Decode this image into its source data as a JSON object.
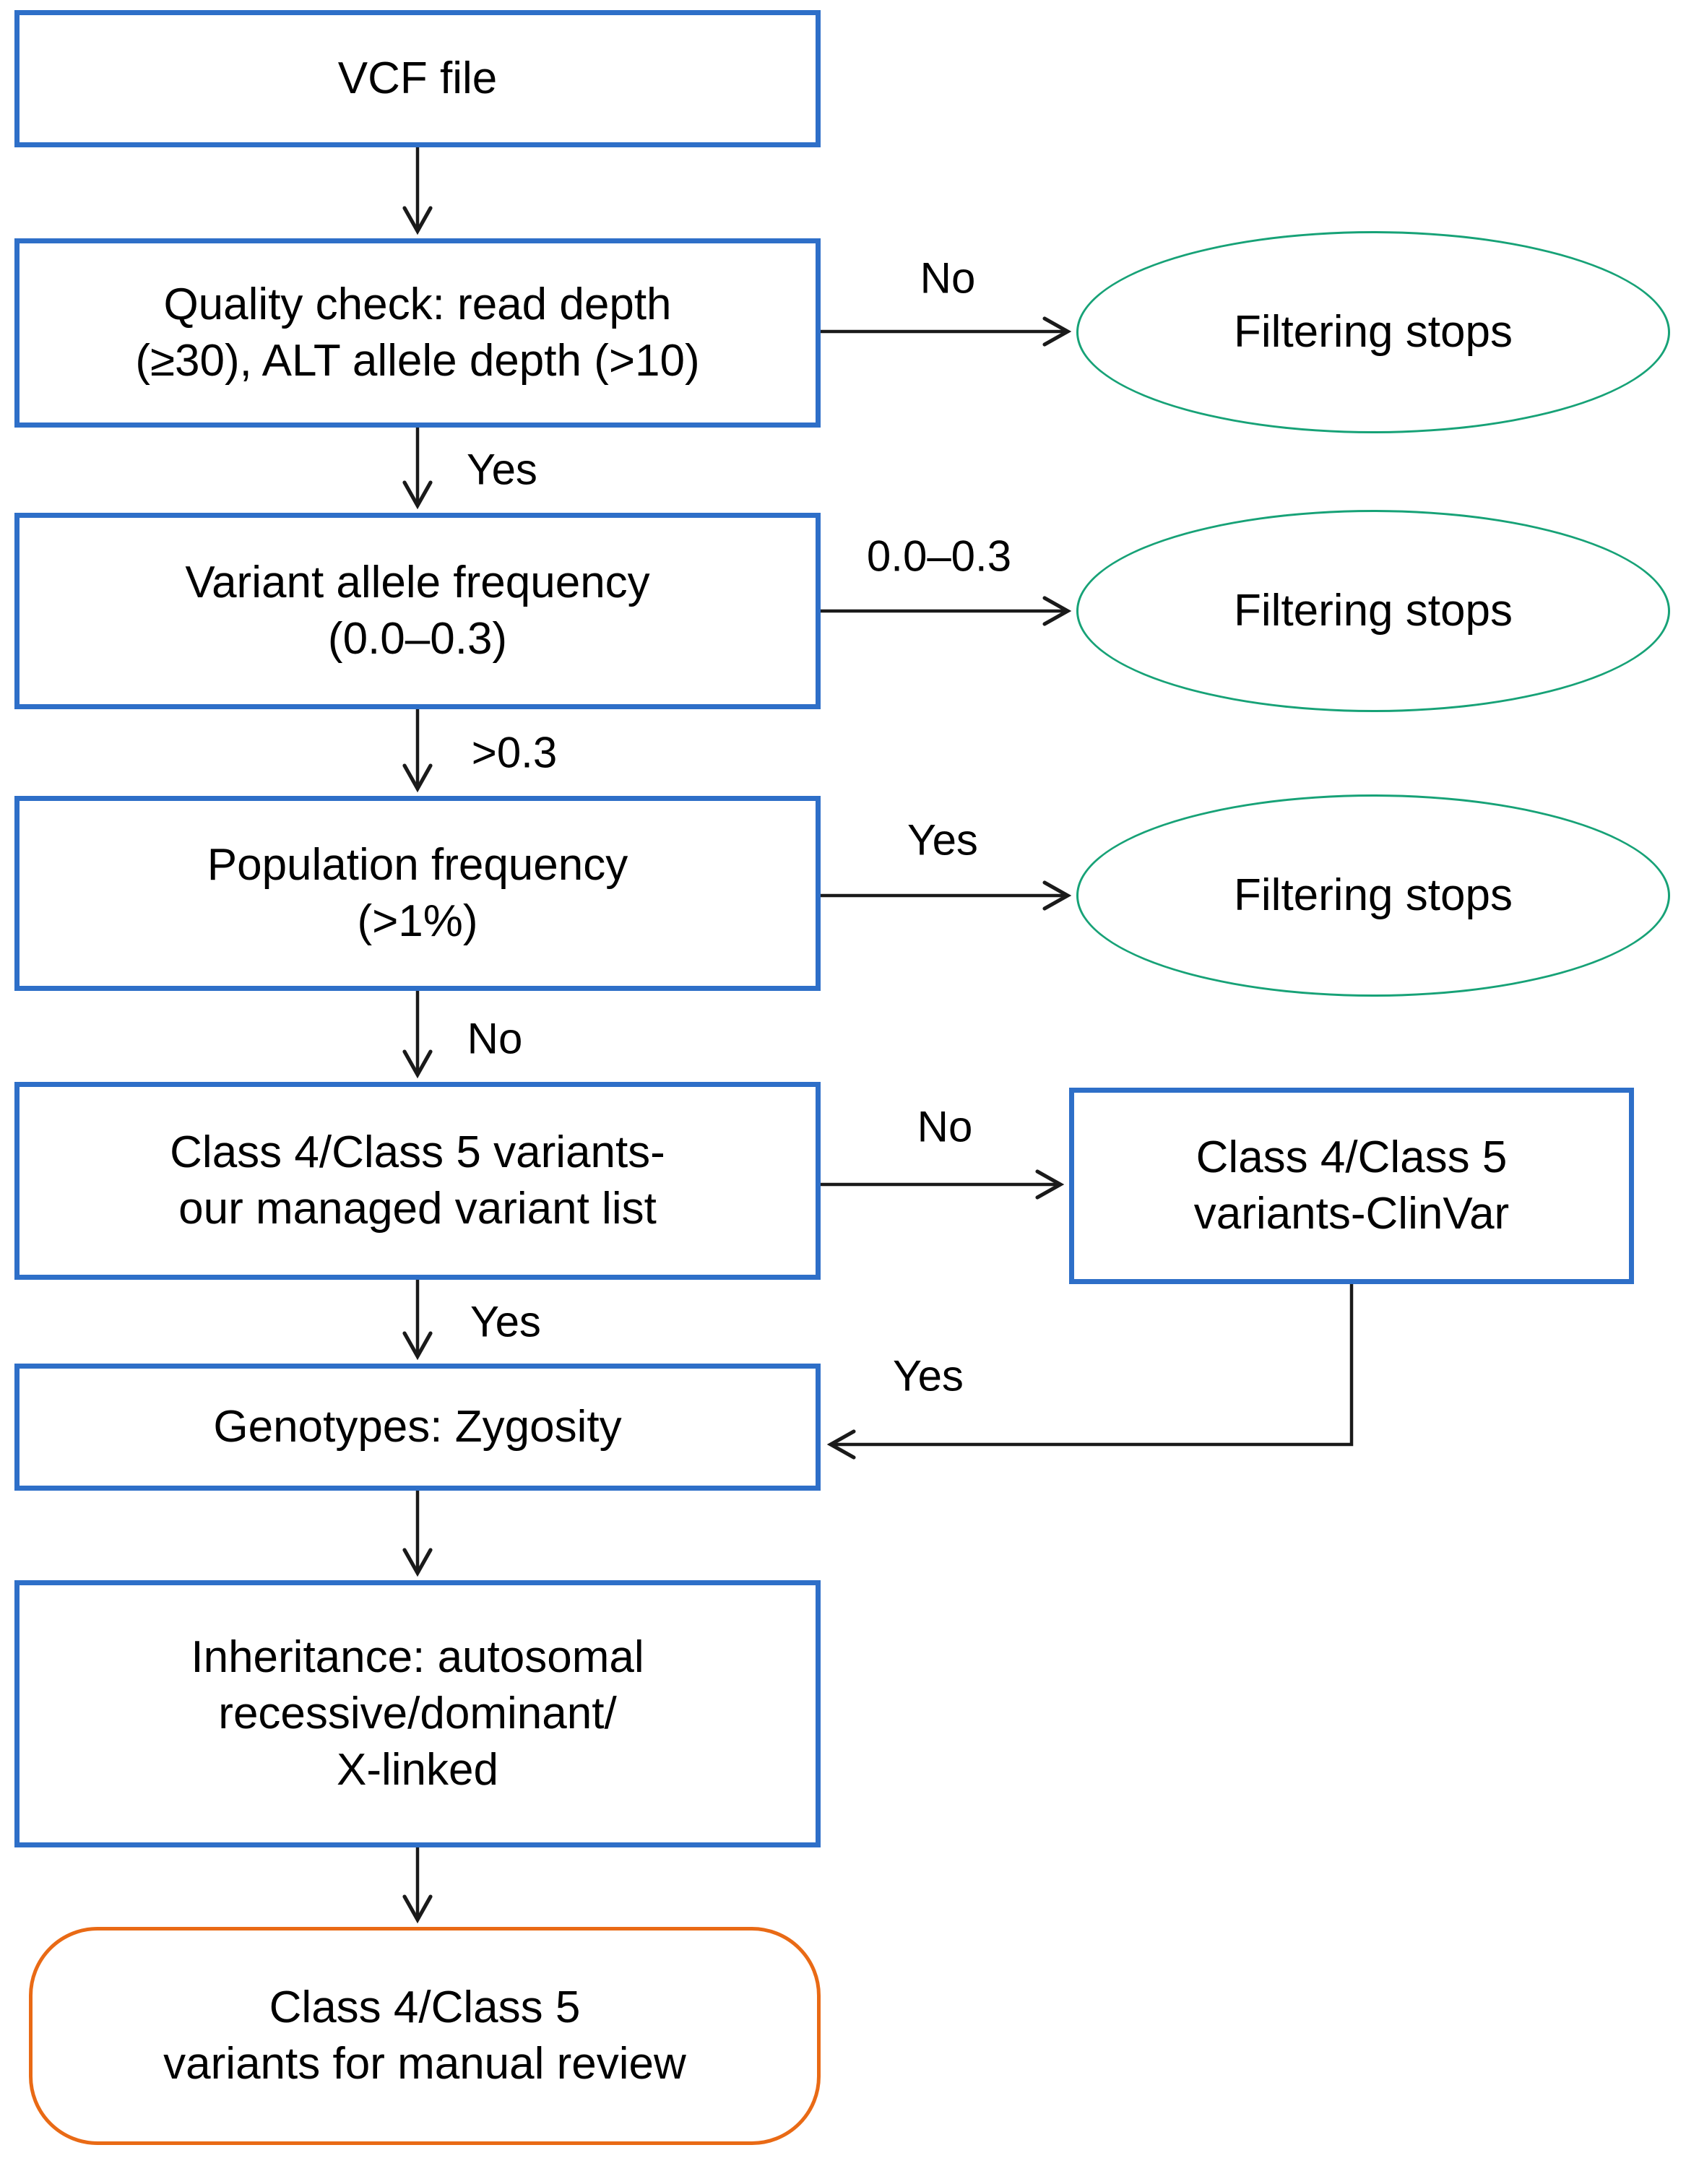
{
  "colors": {
    "box-border": "#2e6fc8",
    "ellipse-border": "#17a277",
    "terminal-border": "#e96a15",
    "line": "#1a1a1a",
    "text": "#000000",
    "background": "#ffffff"
  },
  "nodes": {
    "vcf_file": {
      "label": "VCF file"
    },
    "quality_check": {
      "label": "Quality check: read depth\n(≥30), ALT allele depth (>10)"
    },
    "filtering_stops_1": {
      "label": "Filtering stops"
    },
    "variant_allele_frequency": {
      "label": "Variant allele frequency\n(0.0–0.3)"
    },
    "filtering_stops_2": {
      "label": "Filtering stops"
    },
    "population_frequency": {
      "label": "Population frequency\n(>1%)"
    },
    "filtering_stops_3": {
      "label": "Filtering stops"
    },
    "managed_variant_list": {
      "label": "Class 4/Class 5 variants-\nour managed variant list"
    },
    "clinvar_variants": {
      "label": "Class 4/Class 5\nvariants-ClinVar"
    },
    "genotypes_zygosity": {
      "label": "Genotypes: Zygosity"
    },
    "inheritance": {
      "label": "Inheritance: autosomal\nrecessive/dominant/\nX-linked"
    },
    "manual_review": {
      "label": "Class 4/Class 5\nvariants for manual review"
    }
  },
  "edge_labels": {
    "quality_no": "No",
    "quality_yes": "Yes",
    "vaf_range": "0.0–0.3",
    "vaf_gt": ">0.3",
    "popfreq_yes": "Yes",
    "popfreq_no": "No",
    "managed_no": "No",
    "managed_yes": "Yes",
    "clinvar_yes": "Yes"
  }
}
